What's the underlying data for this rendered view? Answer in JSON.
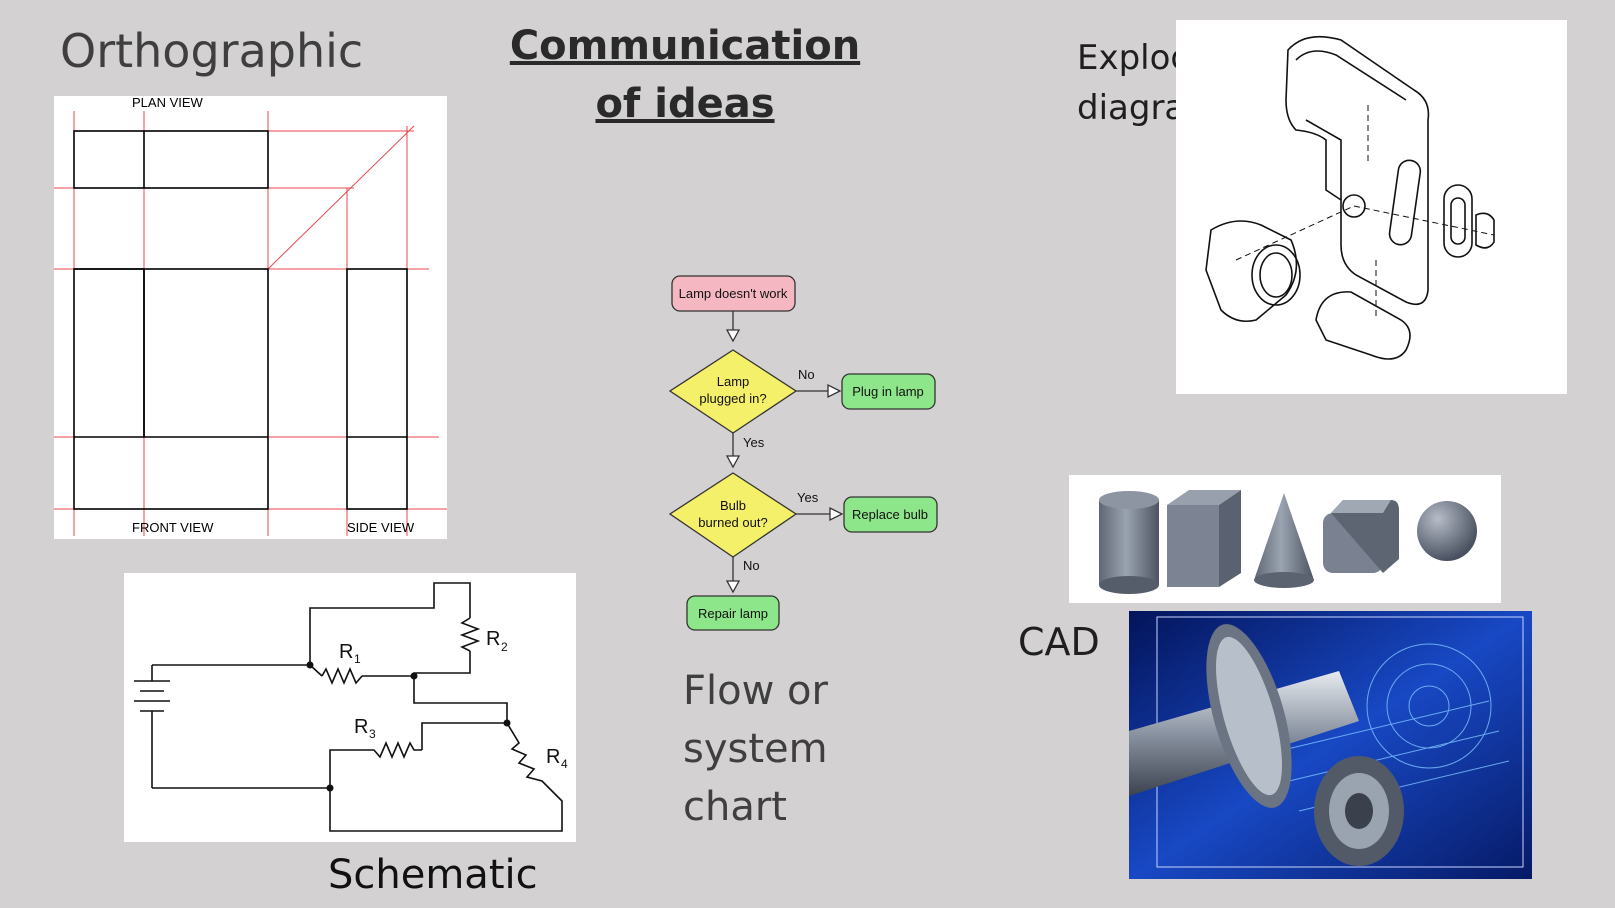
{
  "slide": {
    "title_line1": "Communication",
    "title_line2": "of ideas",
    "background": "#d3d1d2"
  },
  "orthographic": {
    "label": "Orthographic",
    "plan_view": "PLAN VIEW",
    "front_view": "FRONT VIEW",
    "side_view": "SIDE VIEW",
    "projection_line_color": "#e8474f"
  },
  "exploded": {
    "label_line1": "Exploded",
    "label_line2": "diagram"
  },
  "flowchart": {
    "start": "Lamp doesn't work",
    "decision1_line1": "Lamp",
    "decision1_line2": "plugged in?",
    "decision1_no": "No",
    "action1": "Plug in lamp",
    "decision1_yes": "Yes",
    "decision2_line1": "Bulb",
    "decision2_line2": "burned out?",
    "decision2_yes": "Yes",
    "action2": "Replace bulb",
    "decision2_no": "No",
    "action3": "Repair lamp",
    "colors": {
      "start": "#f5b8c2",
      "decision": "#f5f06a",
      "action": "#8ee68a"
    }
  },
  "flow_label": {
    "line1": "Flow or",
    "line2": "system",
    "line3": "chart"
  },
  "schematic": {
    "label": "Schematic",
    "r1": "R",
    "r1_sub": "1",
    "r2": "R",
    "r2_sub": "2",
    "r3": "R",
    "r3_sub": "3",
    "r4": "R",
    "r4_sub": "4"
  },
  "cad": {
    "label": "CAD",
    "shapes": [
      "cylinder",
      "box",
      "cone",
      "rounded-cube",
      "sphere"
    ],
    "render_bg": "#0d2f9a"
  }
}
